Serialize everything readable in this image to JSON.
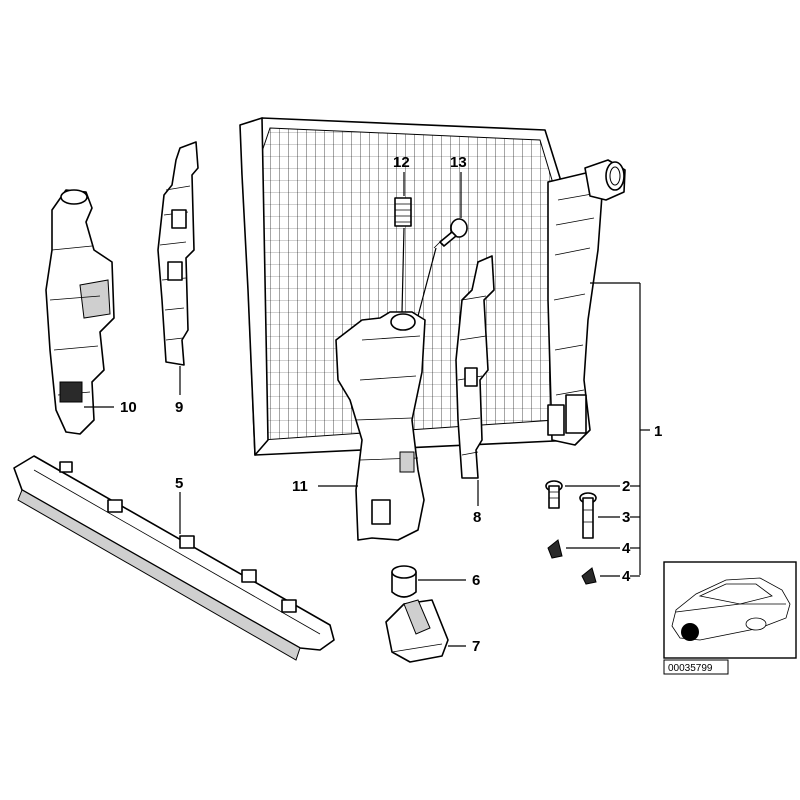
{
  "diagram": {
    "callouts": {
      "c1": "1",
      "c2": "2",
      "c3": "3",
      "c4a": "4",
      "c4b": "4",
      "c5": "5",
      "c6": "6",
      "c7": "7",
      "c8": "8",
      "c9": "9",
      "c10": "10",
      "c11": "11",
      "c12": "12",
      "c13": "13"
    },
    "reference_number": "00035799",
    "icons": [
      "car-location-icon"
    ]
  }
}
